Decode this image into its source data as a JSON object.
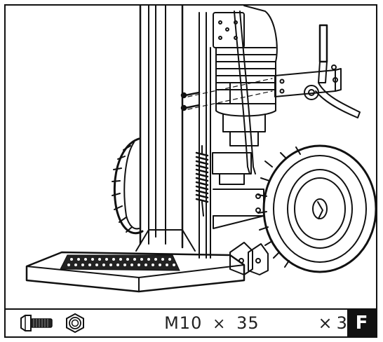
{
  "footer": {
    "bolt_icon": "hex-bolt-icon",
    "nut_icon": "hex-nut-icon",
    "spec_size": "M10",
    "spec_times": "×",
    "spec_length": "35",
    "qty_times": "×",
    "qty_value": "3",
    "step_letter": "F"
  }
}
